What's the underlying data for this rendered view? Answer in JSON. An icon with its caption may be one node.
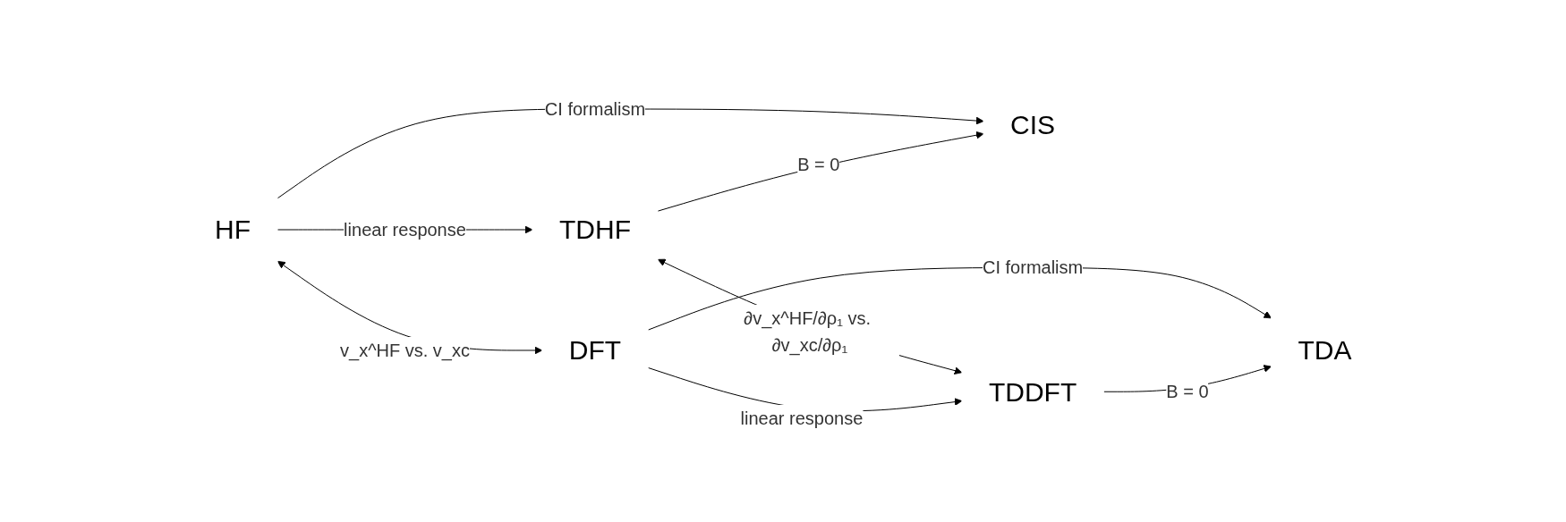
{
  "diagram": {
    "nodes": [
      {
        "text": [
          "HF"
        ]
      },
      {
        "text": [
          "TDHF"
        ]
      },
      {
        "text": [
          "CIS"
        ]
      },
      {
        "text": [
          "DFT"
        ]
      },
      {
        "text": [
          "TDDFT"
        ]
      },
      {
        "text": [
          "TDA"
        ]
      }
    ],
    "edges": [
      {
        "from": 0,
        "to": 1,
        "arrow": "to",
        "label": "linear response"
      },
      {
        "from": 0,
        "to": 2,
        "arrow": "to",
        "label": "CI formalism"
      },
      {
        "from": 1,
        "to": 2,
        "arrow": "to",
        "label": "B = 0"
      },
      {
        "from": 0,
        "to": 3,
        "arrow": "both",
        "label": "v_x^HF vs. v_xc"
      },
      {
        "from": 1,
        "to": 4,
        "arrow": "both",
        "label": "∂v_x^HF/∂ρ₁ vs. ∂v_xc/∂ρ₁"
      },
      {
        "from": 3,
        "to": 4,
        "arrow": "to",
        "label": "linear response"
      },
      {
        "from": 3,
        "to": 5,
        "arrow": "to",
        "label": "CI formalism"
      },
      {
        "from": 4,
        "to": 5,
        "arrow": "to",
        "label": "B = 0"
      }
    ]
  }
}
